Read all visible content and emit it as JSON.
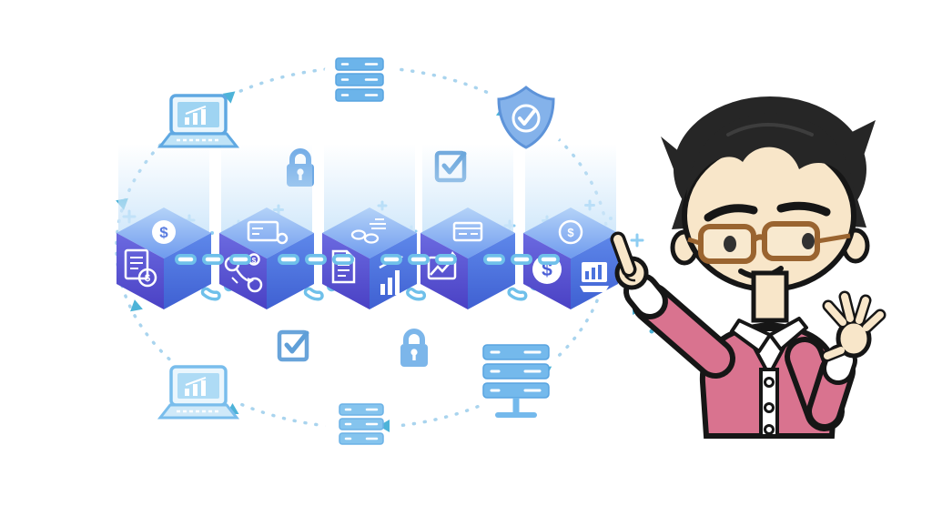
{
  "scene": {
    "subject": "blockchain-concept-illustration",
    "presenter": "cartoon man pointing at chain of blocks"
  },
  "symbols": {
    "dollar": "$"
  },
  "colors": {
    "bg": "#ffffff",
    "ring": "#a9d4ee",
    "arrow": "#4db3d8",
    "iconStroke": "#5fa8e2",
    "iconFill": "#6cb4ea",
    "iconLight": "#b7e0f7",
    "cubeTopA": "#abcdf7",
    "cubeTopB": "#6f9bee",
    "cubeLeftA": "#6b6ae0",
    "cubeLeftB": "#4a41c4",
    "cubeRightA": "#5e88ea",
    "cubeRightB": "#3f60d2",
    "chain": "#6fc0ea",
    "sparkle": "#8ecdf2",
    "glow": "#d5eafb",
    "skin": "#f8e6c9",
    "hair": "#262626",
    "outline": "#161616",
    "glasses": "#9a6430",
    "cardigan": "#d9738f",
    "shirt": "#ffffff",
    "coinText": "#5b7de0"
  },
  "orbit": {
    "shape": "dotted-ellipse",
    "icons": [
      {
        "name": "laptop-chart",
        "position": "top-left"
      },
      {
        "name": "server-stack",
        "position": "top-center"
      },
      {
        "name": "shield-check",
        "position": "top-right"
      },
      {
        "name": "padlock",
        "position": "upper-inner"
      },
      {
        "name": "checkbox-check",
        "position": "upper-inner-right"
      },
      {
        "name": "checkbox-check",
        "position": "lower-inner-left"
      },
      {
        "name": "padlock",
        "position": "lower-inner"
      },
      {
        "name": "laptop-chart",
        "position": "bottom-left"
      },
      {
        "name": "server-rack-stand",
        "position": "bottom-right"
      },
      {
        "name": "server-stack",
        "position": "bottom-center"
      }
    ]
  },
  "blockchain": {
    "connector": "chain-links",
    "blocks": [
      {
        "id": 1,
        "top_icon": "dollar-coin",
        "left_icon": "invoice-with-coin"
      },
      {
        "id": 2,
        "top_icon": "payment-card",
        "left_icon": "transaction-flow"
      },
      {
        "id": 3,
        "top_icon": "link-note",
        "left_icon": "document",
        "right_icon": "bar-chart-up"
      },
      {
        "id": 4,
        "top_icon": "browser-card",
        "left_icon": "image-export"
      },
      {
        "id": 5,
        "top_icon": "dollar-coin-outline",
        "left_icon": "dollar-coin",
        "right_icon": "podium-chart"
      }
    ]
  },
  "character": {
    "hair": "black swept",
    "glasses": "brown rounded rectangles",
    "top": "pink cardigan over white collared shirt",
    "left_hand": "index finger pointing at last block",
    "right_hand": "open palm raised"
  }
}
